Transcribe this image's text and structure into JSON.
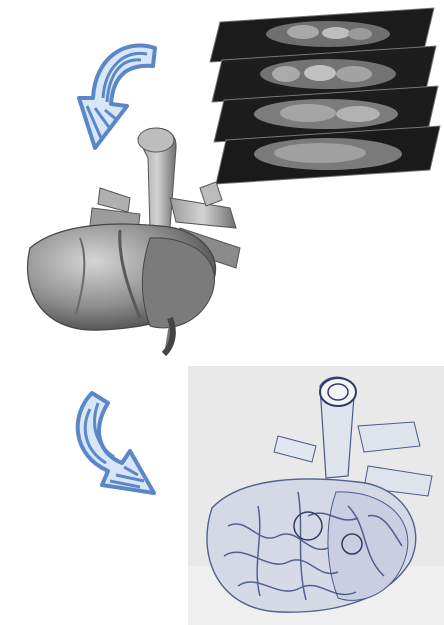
{
  "figure": {
    "panels": [
      "ct-slice-stack",
      "3d-heart-model",
      "3d-printed-heart-photo"
    ],
    "arrows": [
      "sketch-curved-arrow-left",
      "sketch-curved-arrow-down"
    ],
    "colors": {
      "arrow_blue": "#5b86c8",
      "arrow_light": "#d9e6f7",
      "heart_gray": "#8e8e8e",
      "print_blue": "#4a5a8a",
      "photo_bg": "#e9e9ea"
    }
  }
}
